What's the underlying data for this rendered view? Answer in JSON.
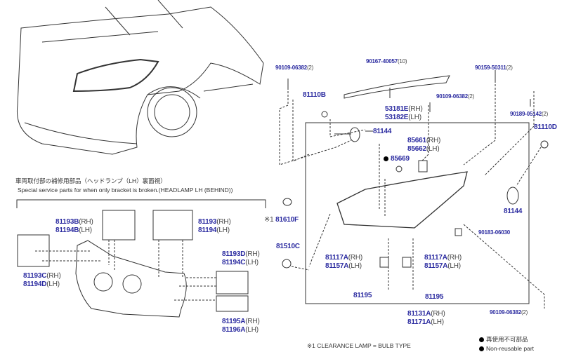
{
  "header": {
    "jp_title": "車両取付部の補修用部品（ヘッドランプ（LH）裏面視）",
    "en_title": "Special service parts for when only bracket is broken.(HEADLAMP LH (BEHIND))"
  },
  "parts": {
    "p_90109_tl": {
      "num": "90109-06382",
      "sfx": "(2)"
    },
    "p_90167": {
      "num": "90167-40057",
      "sfx": "(10)"
    },
    "p_90159": {
      "num": "90159-50311",
      "sfx": "(2)"
    },
    "p_81110B": {
      "num": "81110B"
    },
    "p_53181E": {
      "num": "53181E",
      "sfx": "(RH)"
    },
    "p_53182E": {
      "num": "53182E",
      "sfx": "(LH)"
    },
    "p_90109_mid": {
      "num": "90109-06382",
      "sfx": "(2)"
    },
    "p_90189": {
      "num": "90189-05142",
      "sfx": "(2)"
    },
    "p_81144_a": {
      "num": "81144"
    },
    "p_81110D": {
      "num": "81110D"
    },
    "p_85661": {
      "num": "85661",
      "sfx": "(RH)"
    },
    "p_85662": {
      "num": "85662",
      "sfx": "(LH)"
    },
    "p_85669": {
      "num": "85669"
    },
    "p_81610F": {
      "mark": "※1",
      "num": "81610F"
    },
    "p_81510C": {
      "num": "81510C"
    },
    "p_81144_b": {
      "num": "81144"
    },
    "p_90183": {
      "num": "90183-06030"
    },
    "p_81117A_l": {
      "num": "81117A",
      "sfx": "(RH)"
    },
    "p_81157A_l": {
      "num": "81157A",
      "sfx": "(LH)"
    },
    "p_81117A_r": {
      "num": "81117A",
      "sfx": "(RH)"
    },
    "p_81157A_r": {
      "num": "81157A",
      "sfx": "(LH)"
    },
    "p_81195_l": {
      "num": "81195"
    },
    "p_81195_r": {
      "num": "81195"
    },
    "p_81131A": {
      "num": "81131A",
      "sfx": "(RH)"
    },
    "p_81171A": {
      "num": "81171A",
      "sfx": "(LH)"
    },
    "p_90109_br": {
      "num": "90109-06382",
      "sfx": "(2)"
    },
    "p_81193B": {
      "num": "81193B",
      "sfx": "(RH)"
    },
    "p_81194B": {
      "num": "81194B",
      "sfx": "(LH)"
    },
    "p_81193": {
      "num": "81193",
      "sfx": "(RH)"
    },
    "p_81194": {
      "num": "81194",
      "sfx": "(LH)"
    },
    "p_81193C": {
      "num": "81193C",
      "sfx": "(RH)"
    },
    "p_81194D": {
      "num": "81194D",
      "sfx": "(LH)"
    },
    "p_81193D": {
      "num": "81193D",
      "sfx": "(RH)"
    },
    "p_81194C": {
      "num": "81194C",
      "sfx": "(LH)"
    },
    "p_81195A": {
      "num": "81195A",
      "sfx": "(RH)"
    },
    "p_81196A": {
      "num": "81196A",
      "sfx": "(LH)"
    }
  },
  "footnote": "※1 CLEARANCE LAMP = BULB TYPE",
  "legend": {
    "jp": "再使用不可部品",
    "en": "Non-reusable part"
  },
  "colors": {
    "part_number": "#2b2ba0",
    "line": "#333333"
  }
}
